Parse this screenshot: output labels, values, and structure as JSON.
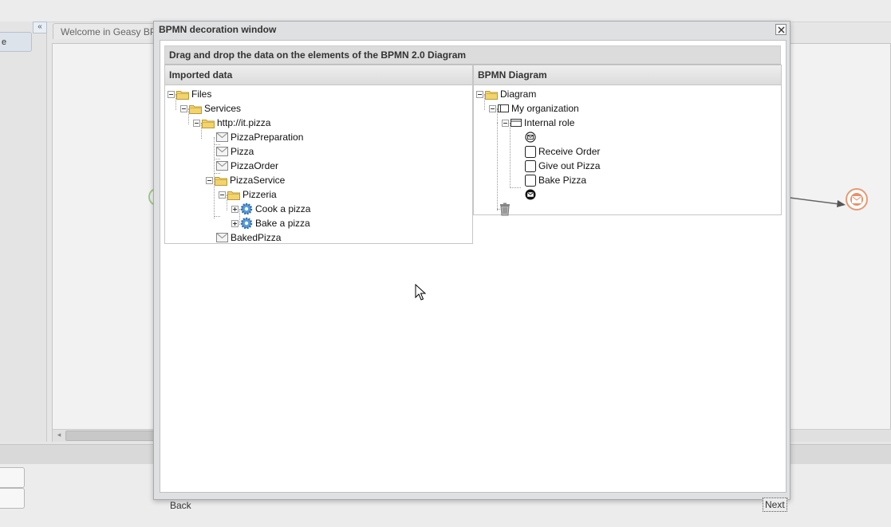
{
  "background": {
    "left_tab_label": "e",
    "collapse_label": "«",
    "welcome_tab": "Welcome in Geasy BPMN"
  },
  "dialog": {
    "title": "BPMN decoration window",
    "instruction": "Drag and drop the data on the elements of the BPMN 2.0 Diagram",
    "back_label": "Back",
    "next_label": "Next"
  },
  "imported_data": {
    "header": "Imported data",
    "files": "Files",
    "services": "Services",
    "namespace": "http://it.pizza",
    "messages": [
      "PizzaPreparation",
      "Pizza",
      "PizzaOrder"
    ],
    "service": "PizzaService",
    "port": "Pizzeria",
    "operations": [
      "Cook a pizza",
      "Bake a pizza"
    ],
    "last_message": "BakedPizza"
  },
  "bpmn_diagram": {
    "header": "BPMN Diagram",
    "root": "Diagram",
    "organization": "My organization",
    "role": "Internal role",
    "tasks": [
      "Receive Order",
      "Give out Pizza",
      "Bake Pizza"
    ],
    "icons": {
      "start_event": "message-start-event-icon",
      "end_event": "message-end-event-icon",
      "trash": "trash-icon"
    }
  },
  "colors": {
    "end_event": "#e8906a",
    "start_event_edge": "#9ecb8a",
    "folder": "#f3d36b"
  }
}
